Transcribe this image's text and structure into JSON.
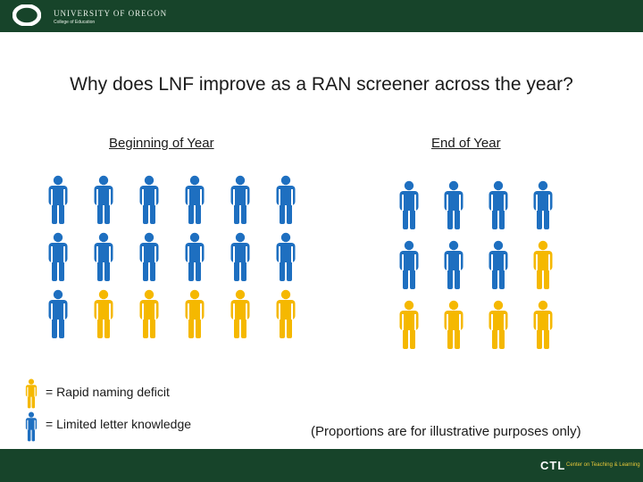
{
  "header": {
    "university": "UNIVERSITY OF OREGON",
    "college": "College of Education",
    "logo_icon": "uo-o-logo-icon"
  },
  "title": "Why does LNF improve as a RAN screener across the year?",
  "colors": {
    "header_green": "#17442a",
    "blue": "#1e6fc0",
    "gold": "#f5b800"
  },
  "panels": {
    "beginning": {
      "heading": "Beginning of Year",
      "rows": [
        [
          "blue",
          "blue",
          "blue",
          "blue",
          "blue",
          "blue"
        ],
        [
          "blue",
          "blue",
          "blue",
          "blue",
          "blue",
          "blue"
        ],
        [
          "blue",
          "gold",
          "gold",
          "gold",
          "gold",
          "gold"
        ]
      ]
    },
    "end": {
      "heading": "End of Year",
      "rows": [
        [
          "blue",
          "blue",
          "blue",
          "blue"
        ],
        [
          "blue",
          "blue",
          "blue",
          "gold"
        ],
        [
          "gold",
          "gold",
          "gold",
          "gold"
        ]
      ]
    }
  },
  "legend": {
    "gold_label": "= Rapid naming deficit",
    "blue_label": "= Limited letter knowledge"
  },
  "note": "(Proportions are for illustrative purposes only)",
  "footer": {
    "logo_text": "CTL",
    "logo_sub": "Center on Teaching & Learning"
  }
}
